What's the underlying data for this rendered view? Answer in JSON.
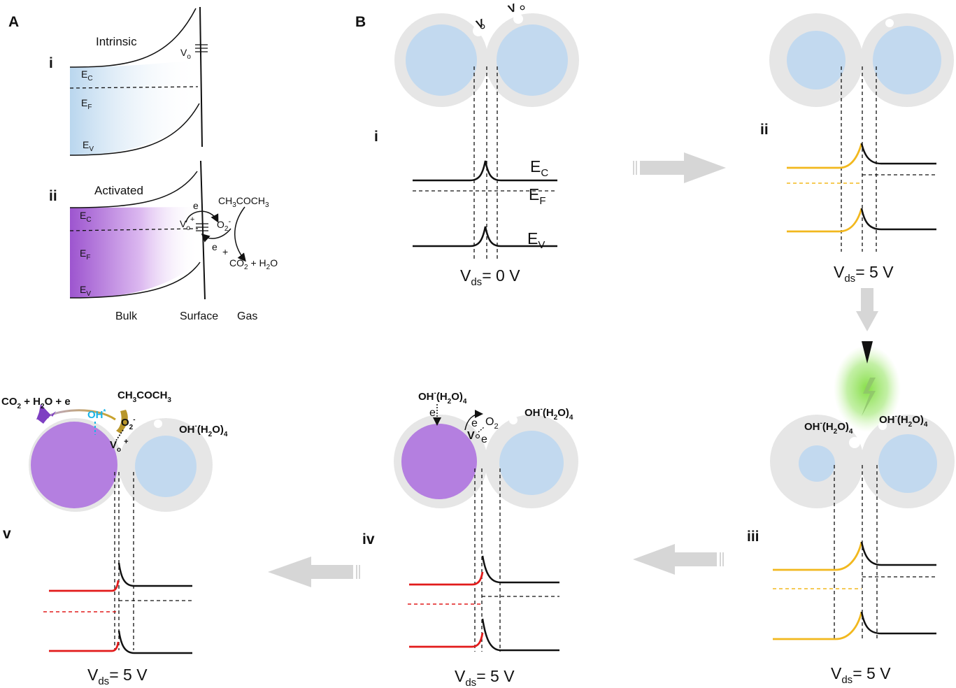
{
  "panels": {
    "A": {
      "label": "A",
      "i": {
        "label": "i",
        "title": "Intrinsic",
        "vacancy": "V",
        "vacancy_sub": "o",
        "ec": "E",
        "ec_sub": "C",
        "ef": "E",
        "ef_sub": "F",
        "ev": "E",
        "ev_sub": "V"
      },
      "ii": {
        "label": "ii",
        "title": "Activated",
        "vacancy": "V",
        "vacancy_sub": "o",
        "vacancy_sup": "+",
        "ec": "E",
        "ec_sub": "C",
        "ef": "E",
        "ef_sub": "F",
        "ev": "E",
        "ev_sub": "V",
        "electron": "e",
        "electron2": "e",
        "plus": "+",
        "oxygen": "O",
        "oxygen_sub": "2",
        "oxygen_sup": "-",
        "acetone": "CH",
        "acetone_sub1": "3",
        "acetone_mid": "COCH",
        "acetone_sub2": "3",
        "product": "CO",
        "product_sub": "2",
        "product_rest": " + H",
        "product_sub2": "2",
        "product_end": "O"
      },
      "regions": [
        "Bulk",
        "Surface",
        "Gas"
      ]
    },
    "B": {
      "label": "B",
      "i": {
        "label": "i",
        "vacancy_mark": "V",
        "ec": "E",
        "ec_sub": "C",
        "ef": "E",
        "ef_sub": "F",
        "ev": "E",
        "ev_sub": "V",
        "bias": "V",
        "bias_sub": "ds",
        "bias_val": "= 0 V"
      },
      "ii": {
        "label": "ii",
        "bias": "V",
        "bias_sub": "ds",
        "bias_val": "= 5 V"
      },
      "iii": {
        "label": "iii",
        "species_left": "OH",
        "species_sup": "-",
        "species_mid": "(H",
        "species_sub": "2",
        "species_end": "O)",
        "species_sub2": "4",
        "bias": "V",
        "bias_sub": "ds",
        "bias_val": "= 5 V"
      },
      "iv": {
        "label": "iv",
        "species": "OH",
        "species_sup": "-",
        "species_mid": "(H",
        "species_sub": "2",
        "species_end": "O)",
        "species_sub2": "4",
        "electron": "e",
        "electron2": "e",
        "electron3": "e",
        "oxygen": "O",
        "oxygen_sub": "2",
        "bias": "V",
        "bias_sub": "ds",
        "bias_val": "= 5 V"
      },
      "v": {
        "label": "v",
        "products": "CO",
        "products_sub": "2",
        "products_rest": " + H",
        "products_sub2": "2",
        "products_end": "O + e",
        "acetone": "CH",
        "acetone_sub1": "3",
        "acetone_mid": "COCH",
        "acetone_sub2": "3",
        "radical": "OH",
        "radical_sup": "*",
        "oxygen": "O",
        "oxygen_sub": "2",
        "oxygen_sup": "-",
        "vacancy": "V",
        "vacancy_sub": "o",
        "vacancy_sup": "+",
        "species": "OH",
        "species_sup": "-",
        "species_mid": "(H",
        "species_sub": "2",
        "species_end": "O)",
        "species_sub2": "4",
        "bias": "V",
        "bias_sub": "ds",
        "bias_val": "= 5 V"
      }
    }
  },
  "colors": {
    "shell": "#e6e6e6",
    "core": "#c2d9ef",
    "activated": "#b47fe0",
    "band_stressed": "#f2b81e",
    "band_reacted": "#e21b1b",
    "radical": "#19b4e6",
    "arrow": "#d6d6d6",
    "light": "#7fdc3c"
  }
}
